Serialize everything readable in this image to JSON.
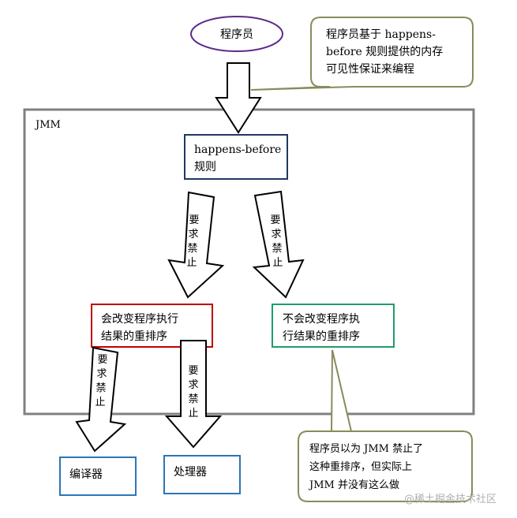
{
  "programmer": "程序员",
  "callout_top": [
    "程序员基于 happens-",
    "before 规则提供的内存",
    "可见性保证来编程"
  ],
  "jmm_label": "JMM",
  "hb_rules": [
    "happens-before",
    "规则"
  ],
  "forbid_chars": [
    "要",
    "求",
    "禁",
    "止"
  ],
  "left_box": [
    "会改变程序执行",
    "结果的重排序"
  ],
  "right_box": [
    "不会改变程序执",
    "行结果的重排序"
  ],
  "compiler": "编译器",
  "processor": "处理器",
  "callout_bottom": [
    "程序员以为 JMM 禁止了",
    "这种重排序，但实际上",
    "JMM 并没有这么做"
  ],
  "watermark": "@稀土掘金技术社区",
  "colors": {
    "ellipse_stroke": "#5b2c8a",
    "hb_box": "#1f3864",
    "left_box": "#c00000",
    "right_box": "#1e9e6a",
    "bottom_boxes": "#2e75b6",
    "jmm_frame": "#808080",
    "callout": "#8a8a5c"
  }
}
